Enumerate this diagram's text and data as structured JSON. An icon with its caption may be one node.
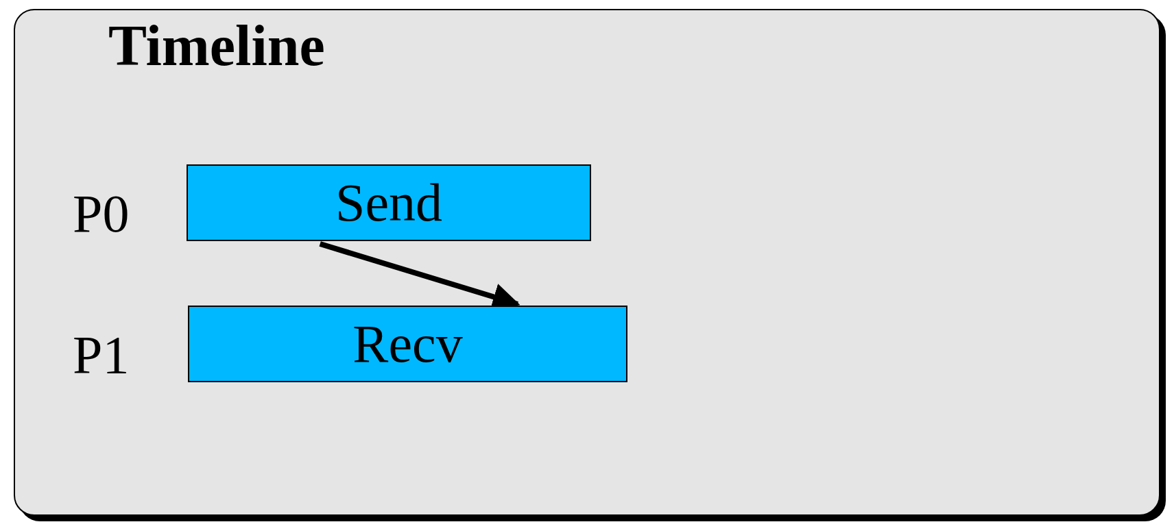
{
  "diagram": {
    "nodes": [
      {
        "text": [
          "Timeline"
        ]
      },
      {
        "text": [
          "Send"
        ],
        "in": 0
      },
      {
        "text": [
          "Recv"
        ],
        "in": 0
      }
    ],
    "edges": [
      {
        "from": 1,
        "to": 2,
        "arrow": "to"
      }
    ],
    "labels": [
      "P0",
      "P1"
    ]
  }
}
